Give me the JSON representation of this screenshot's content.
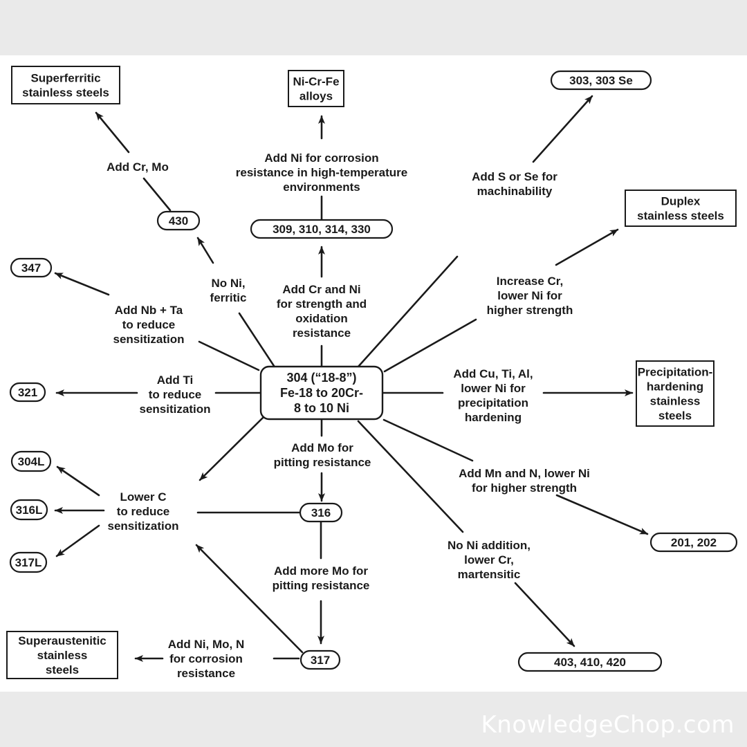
{
  "diagram": {
    "center": {
      "id": "304",
      "lines": [
        "304 (“18-8”)",
        "Fe-18 to 20Cr-",
        "8 to 10 Ni"
      ]
    },
    "nodes": [
      {
        "id": "superferritic",
        "shape": "rect",
        "lines": [
          "Superferritic",
          "stainless steels"
        ]
      },
      {
        "id": "ni-cr-fe",
        "shape": "rect",
        "lines": [
          "Ni-Cr-Fe",
          "alloys"
        ]
      },
      {
        "id": "303",
        "shape": "pill",
        "lines": [
          "303, 303 Se"
        ]
      },
      {
        "id": "duplex",
        "shape": "rect",
        "lines": [
          "Duplex",
          "stainless steels"
        ]
      },
      {
        "id": "430",
        "shape": "pill",
        "lines": [
          "430"
        ]
      },
      {
        "id": "309",
        "shape": "pill",
        "lines": [
          "309, 310, 314, 330"
        ]
      },
      {
        "id": "347",
        "shape": "pill",
        "lines": [
          "347"
        ]
      },
      {
        "id": "321",
        "shape": "pill",
        "lines": [
          "321"
        ]
      },
      {
        "id": "ph",
        "shape": "rect",
        "lines": [
          "Precipitation-",
          "hardening",
          "stainless",
          "steels"
        ]
      },
      {
        "id": "304L",
        "shape": "pill",
        "lines": [
          "304L"
        ]
      },
      {
        "id": "316L",
        "shape": "pill",
        "lines": [
          "316L"
        ]
      },
      {
        "id": "317L",
        "shape": "pill",
        "lines": [
          "317L"
        ]
      },
      {
        "id": "316",
        "shape": "pill",
        "lines": [
          "316"
        ]
      },
      {
        "id": "201",
        "shape": "pill",
        "lines": [
          "201, 202"
        ]
      },
      {
        "id": "317",
        "shape": "pill",
        "lines": [
          "317"
        ]
      },
      {
        "id": "superaustenitic",
        "shape": "rect",
        "lines": [
          "Superaustenitic",
          "stainless",
          "steels"
        ]
      },
      {
        "id": "403",
        "shape": "pill",
        "lines": [
          "403, 410, 420"
        ]
      }
    ],
    "labels": [
      {
        "id": "add-cr-mo",
        "lines": [
          "Add Cr, Mo"
        ]
      },
      {
        "id": "add-ni-corrosion",
        "lines": [
          "Add Ni for corrosion",
          "resistance in high-temperature",
          "environments"
        ]
      },
      {
        "id": "add-s-se",
        "lines": [
          "Add S or Se for",
          "machinability"
        ]
      },
      {
        "id": "no-ni-ferritic",
        "lines": [
          "No Ni,",
          "ferritic"
        ]
      },
      {
        "id": "add-cr-ni",
        "lines": [
          "Add Cr and Ni",
          "for strength and",
          "oxidation",
          "resistance"
        ]
      },
      {
        "id": "increase-cr",
        "lines": [
          "Increase Cr,",
          "lower Ni for",
          "higher strength"
        ]
      },
      {
        "id": "add-nb-ta",
        "lines": [
          "Add Nb + Ta",
          "to reduce",
          "sensitization"
        ]
      },
      {
        "id": "add-ti",
        "lines": [
          "Add Ti",
          "to reduce",
          "sensitization"
        ]
      },
      {
        "id": "add-cu-ti-al",
        "lines": [
          "Add Cu, Ti, Al,",
          "lower Ni for",
          "precipitation",
          "hardening"
        ]
      },
      {
        "id": "add-mo",
        "lines": [
          "Add  Mo for",
          "pitting resistance"
        ]
      },
      {
        "id": "lower-c",
        "lines": [
          "Lower C",
          "to reduce",
          "sensitization"
        ]
      },
      {
        "id": "add-mn-n",
        "lines": [
          "Add Mn and N, lower Ni",
          "for higher strength"
        ]
      },
      {
        "id": "no-ni-addition",
        "lines": [
          "No Ni addition,",
          "lower Cr,",
          "martensitic"
        ]
      },
      {
        "id": "add-more-mo",
        "lines": [
          "Add more Mo for",
          "pitting resistance"
        ]
      },
      {
        "id": "add-ni-mo-n",
        "lines": [
          "Add Ni, Mo, N",
          "for corrosion",
          "resistance"
        ]
      }
    ],
    "edges": [
      {
        "from": "304",
        "to": "430",
        "via": "no-ni-ferritic"
      },
      {
        "from": "430",
        "to": "superferritic",
        "via": "add-cr-mo"
      },
      {
        "from": "304",
        "to": "309",
        "via": "add-cr-ni"
      },
      {
        "from": "309",
        "to": "ni-cr-fe",
        "via": "add-ni-corrosion"
      },
      {
        "from": "304",
        "to": "303",
        "via": "add-s-se"
      },
      {
        "from": "304",
        "to": "duplex",
        "via": "increase-cr"
      },
      {
        "from": "304",
        "to": "347",
        "via": "add-nb-ta"
      },
      {
        "from": "304",
        "to": "321",
        "via": "add-ti"
      },
      {
        "from": "304",
        "to": "ph",
        "via": "add-cu-ti-al"
      },
      {
        "from": "304",
        "to": "316",
        "via": "add-mo"
      },
      {
        "from": "304",
        "to": "lower-c",
        "via": ""
      },
      {
        "from": "316",
        "to": "lower-c",
        "via": ""
      },
      {
        "from": "317",
        "to": "lower-c",
        "via": ""
      },
      {
        "from": "lower-c",
        "to": "304L",
        "via": ""
      },
      {
        "from": "lower-c",
        "to": "316L",
        "via": ""
      },
      {
        "from": "lower-c",
        "to": "317L",
        "via": ""
      },
      {
        "from": "304",
        "to": "201",
        "via": "add-mn-n"
      },
      {
        "from": "304",
        "to": "403",
        "via": "no-ni-addition"
      },
      {
        "from": "316",
        "to": "317",
        "via": "add-more-mo"
      },
      {
        "from": "317",
        "to": "superaustenitic",
        "via": "add-ni-mo-n"
      }
    ]
  },
  "watermark": "KnowledgeChop.com"
}
